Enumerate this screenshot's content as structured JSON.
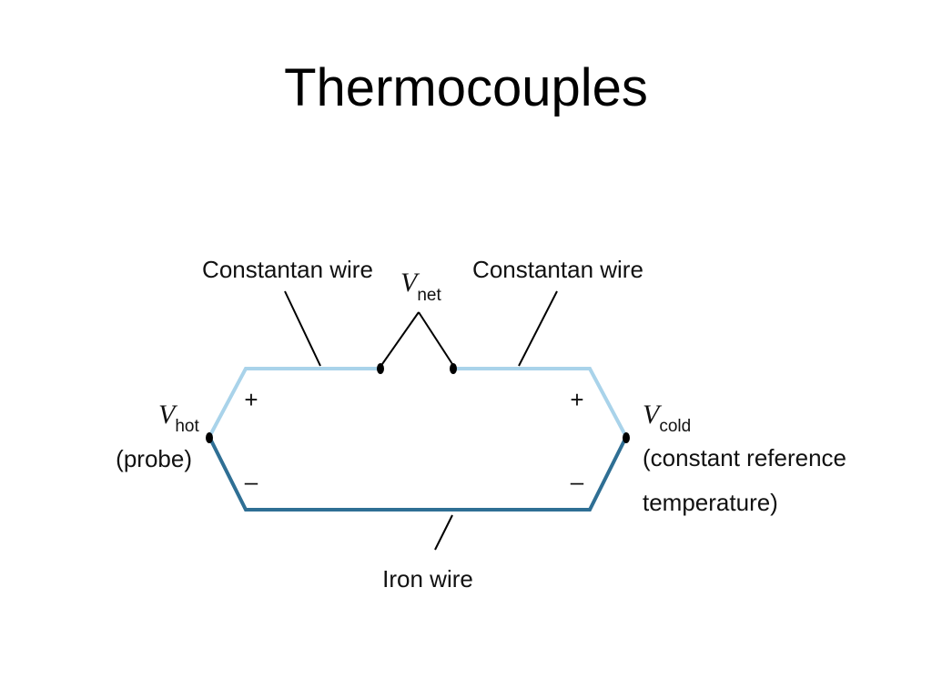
{
  "slide": {
    "title": "Thermocouples"
  },
  "diagram": {
    "labels": {
      "constantan_left": "Constantan wire",
      "constantan_right": "Constantan wire",
      "iron": "Iron wire",
      "v_symbol": "V",
      "v_net_sub": "net",
      "v_hot_sub": "hot",
      "v_cold_sub": "cold",
      "probe": "(probe)",
      "reference_line1": "(constant reference",
      "reference_line2": "temperature)",
      "plus": "+",
      "minus": "–"
    },
    "colors": {
      "constantan": "#a9d3ea",
      "iron": "#2f6f94",
      "pointer": "#000000",
      "junction": "#000000"
    }
  }
}
